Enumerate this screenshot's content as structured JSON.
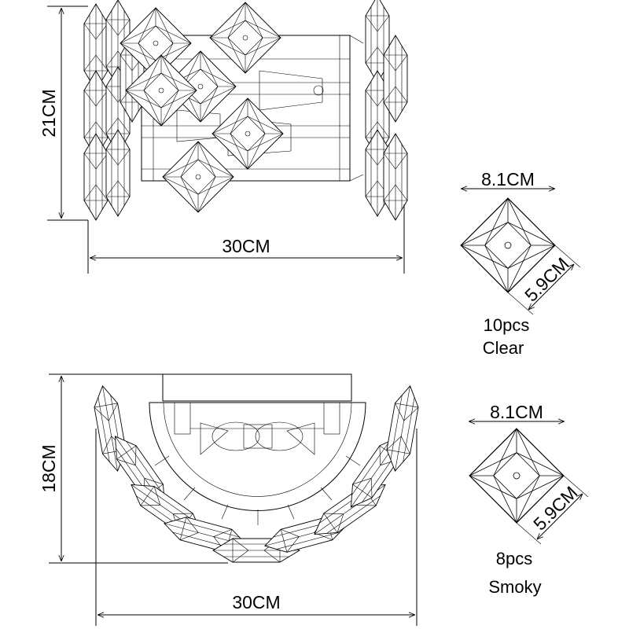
{
  "drawing": {
    "front_view": {
      "height_label": "21CM",
      "width_label": "30CM"
    },
    "top_view": {
      "depth_label": "18CM",
      "width_label": "30CM"
    },
    "crystals": [
      {
        "width_label": "8.1CM",
        "side_label": "5.9CM",
        "quantity": "10pcs",
        "finish": "Clear"
      },
      {
        "width_label": "8.1CM",
        "side_label": "5.9CM",
        "quantity": "8pcs",
        "finish": "Smoky"
      }
    ]
  }
}
